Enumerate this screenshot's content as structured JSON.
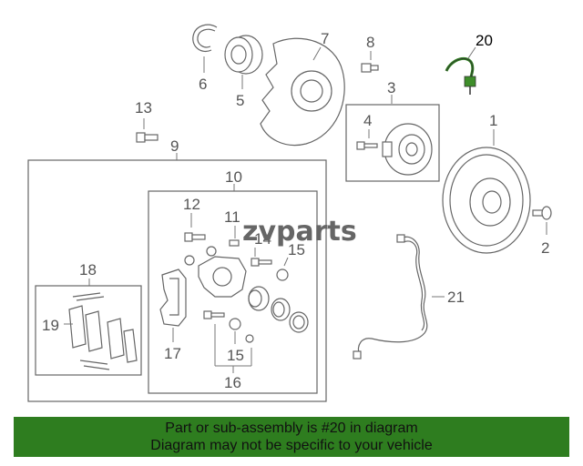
{
  "colors": {
    "banner_bg": "#2e7d1f",
    "highlight_part": "#2e7d1f",
    "line": "#666666"
  },
  "watermark": "zvparts",
  "callouts": {
    "p1": "1",
    "p2": "2",
    "p3": "3",
    "p4": "4",
    "p5": "5",
    "p6": "6",
    "p7": "7",
    "p8": "8",
    "p9": "9",
    "p10": "10",
    "p11": "11",
    "p12": "12",
    "p13": "13",
    "p14": "14",
    "p15a": "15",
    "p15b": "15",
    "p16": "16",
    "p17": "17",
    "p18": "18",
    "p19": "19",
    "p20": "20",
    "p21": "21"
  },
  "banner": {
    "line1": "Part or sub-assembly is #20 in diagram",
    "line2": "Diagram may not be specific to your vehicle"
  }
}
